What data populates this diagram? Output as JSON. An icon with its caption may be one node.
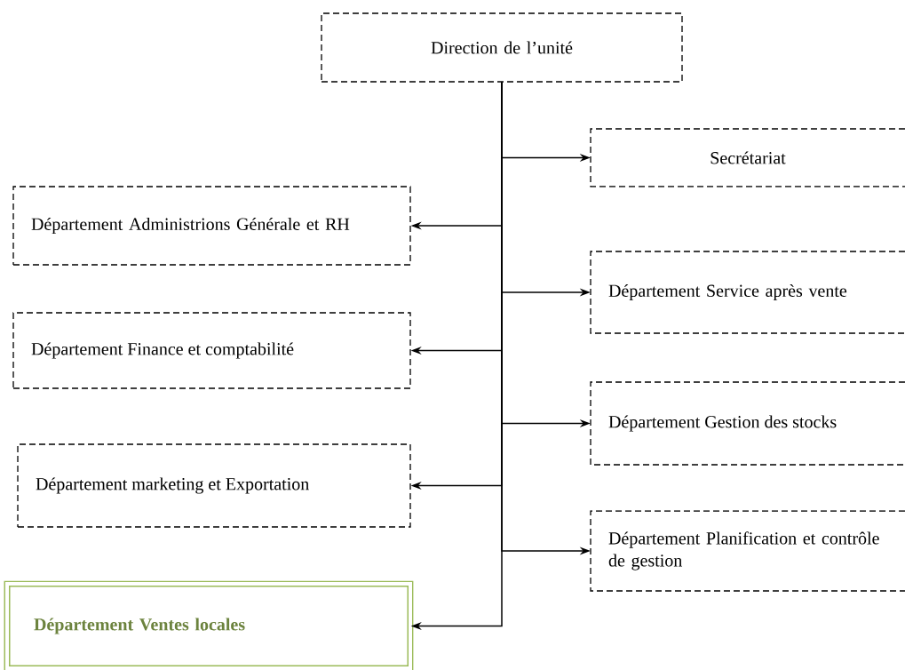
{
  "diagram": {
    "nodes": [
      {
        "text": [
          "Direction de l’unité"
        ]
      },
      {
        "text": [
          "Secrétariat"
        ]
      },
      {
        "text": [
          "Département Administrions Générale et RH"
        ]
      },
      {
        "text": [
          "Département Service après vente"
        ]
      },
      {
        "text": [
          "Département Finance et comptabilité"
        ]
      },
      {
        "text": [
          "Département Gestion des stocks"
        ]
      },
      {
        "text": [
          "Département marketing et Exportation"
        ]
      },
      {
        "text": [
          "Département Planification et contrôle de gestion"
        ]
      },
      {
        "text": [
          "Département Ventes locales"
        ]
      }
    ],
    "edges": [
      {
        "from": 0,
        "to": 1,
        "arrow": "to"
      },
      {
        "from": 0,
        "to": 2,
        "arrow": "to"
      },
      {
        "from": 0,
        "to": 3,
        "arrow": "to"
      },
      {
        "from": 0,
        "to": 4,
        "arrow": "to"
      },
      {
        "from": 0,
        "to": 5,
        "arrow": "to"
      },
      {
        "from": 0,
        "to": 6,
        "arrow": "to"
      },
      {
        "from": 0,
        "to": 7,
        "arrow": "to"
      },
      {
        "from": 0,
        "to": 8,
        "arrow": "to"
      }
    ]
  }
}
